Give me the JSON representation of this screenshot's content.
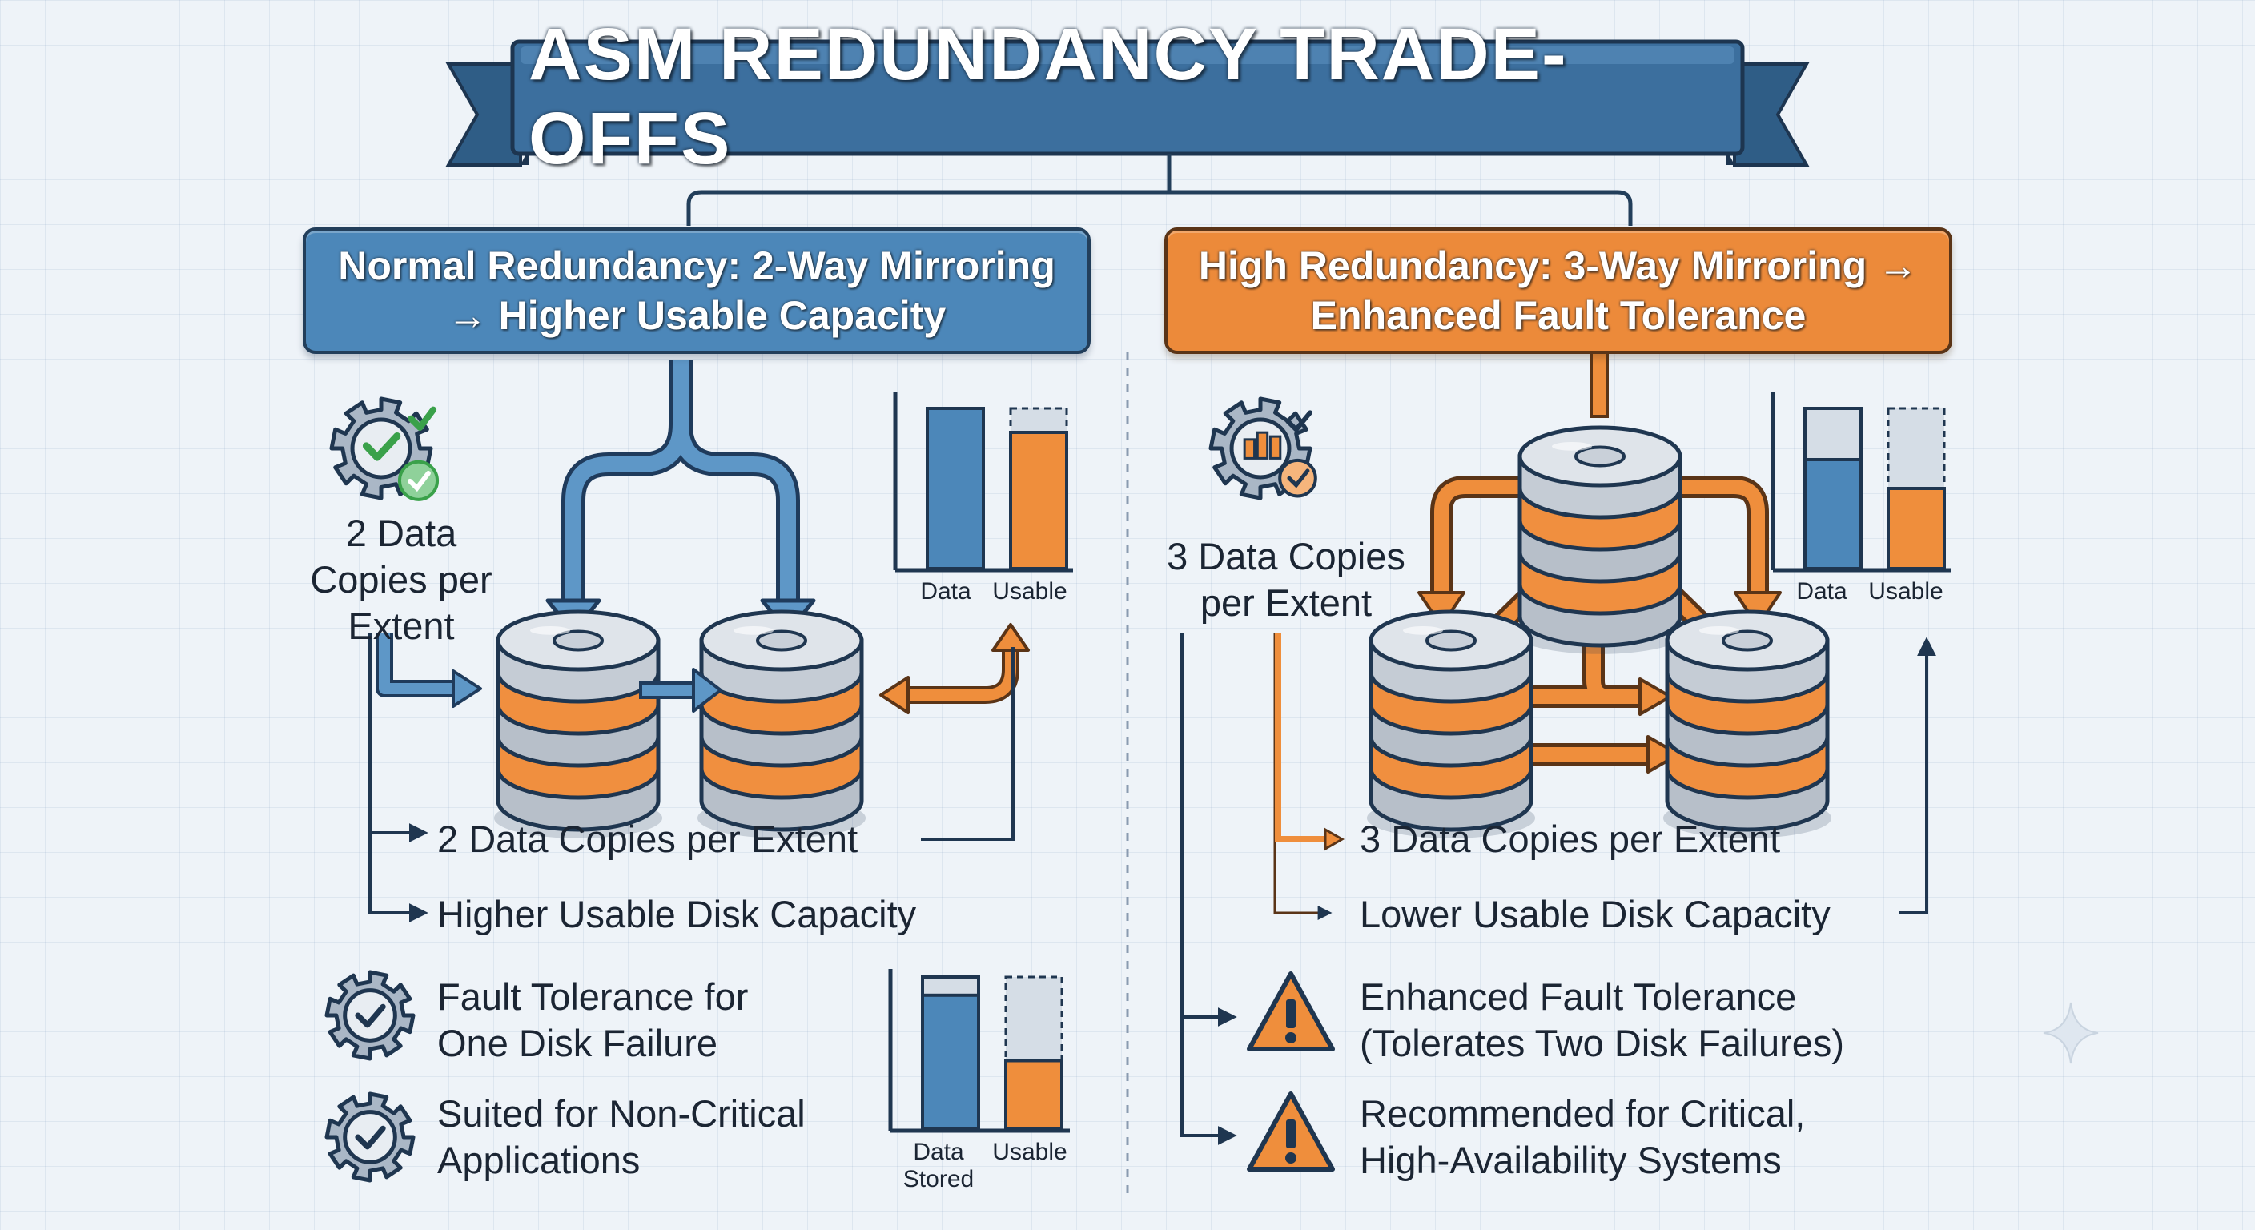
{
  "title": "ASM REDUNDANCY TRADE-OFFS",
  "colors": {
    "blue": "#4c87b9",
    "navy": "#223e5a",
    "orange": "#ec8a3a",
    "dark_orange": "#5a3417"
  },
  "normal": {
    "header": "Normal Redundancy: 2-Way Mirroring → Higher Usable Capacity",
    "copies_label": "2 Data Copies per Extent",
    "flow_copies": "2 Data Copies per Extent",
    "flow_capacity": "Higher Usable Disk Capacity",
    "fault_tolerance": "Fault Tolerance for One Disk Failure",
    "suited": "Suited for Non-Critical Applications",
    "top_chart": {
      "labels": [
        "Data",
        "Usable"
      ],
      "data_fill": 1.0,
      "usable_fill": 0.85
    },
    "bottom_chart": {
      "labels": [
        "Data Stored",
        "Usable"
      ],
      "data_fill": 0.88,
      "usable_fill": 0.45
    },
    "icons": [
      "gear-check-icon",
      "gear-check-icon",
      "gear-check-icon",
      "database-disk-icon"
    ]
  },
  "high": {
    "header": "High Redundancy: 3-Way Mirroring → Enhanced Fault Tolerance",
    "copies_label": "3 Data Copies per Extent",
    "flow_copies": "3 Data Copies per Extent",
    "flow_capacity": "Lower Usable Disk Capacity",
    "fault_tolerance": "Enhanced Fault Tolerance (Tolerates Two Disk Failures)",
    "recommended": "Recommended for Critical, High-Availability Systems",
    "top_chart": {
      "labels": [
        "Data",
        "Usable"
      ],
      "data_fill": 0.68,
      "usable_fill": 0.5
    },
    "icons": [
      "gear-chart-icon",
      "warning-icon",
      "warning-icon",
      "database-disk-icon"
    ]
  }
}
